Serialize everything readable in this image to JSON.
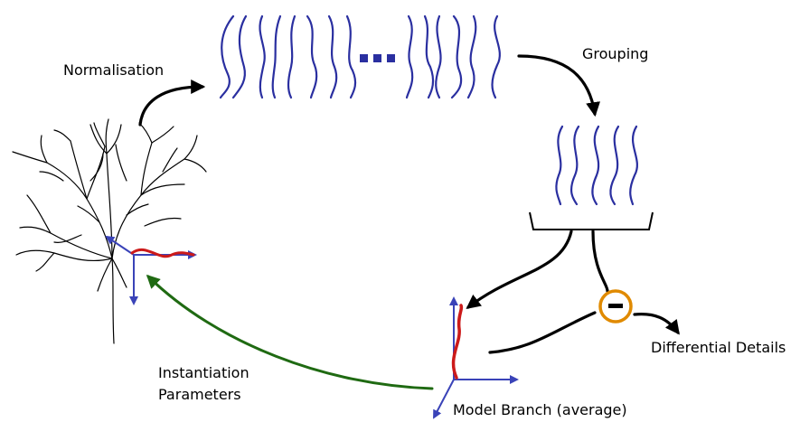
{
  "labels": {
    "normalisation": "Normalisation",
    "grouping": "Grouping",
    "differential_details": "Differential Details",
    "instantiation_line1": "Instantiation",
    "instantiation_line2": "Parameters",
    "model_branch": "Model Branch (average)"
  },
  "colors": {
    "branch_blue": "#2a2fa0",
    "highlight_red": "#cc1a1a",
    "axis_blue": "#3a43b8",
    "flow_black": "#000000",
    "feedback_green": "#1f6a12",
    "minus_orange": "#e08a00"
  }
}
